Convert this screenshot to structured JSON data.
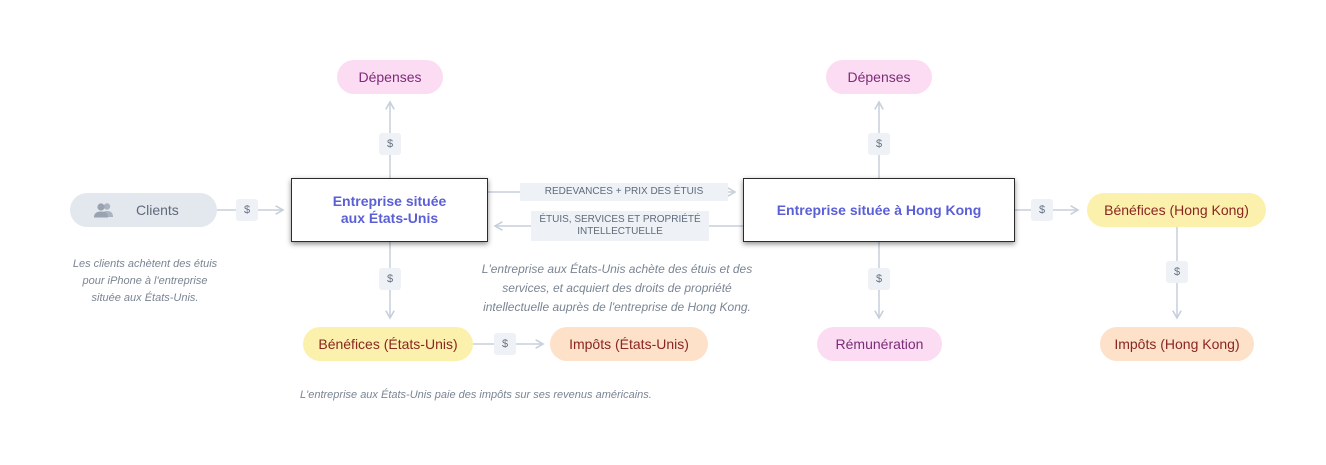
{
  "left": {
    "expenses": "Dépenses",
    "entity_line1": "Entreprise située",
    "entity_line2": "aux États-Unis",
    "profits": "Bénéfices (États-Unis)",
    "taxes": "Impôts (États-Unis)"
  },
  "right": {
    "expenses": "Dépenses",
    "entity": "Entreprise située à Hong Kong",
    "profits": "Bénéfices (Hong Kong)",
    "taxes": "Impôts (Hong Kong)",
    "compensation": "Rémunération"
  },
  "clients": {
    "label": "Clients",
    "note_line1": "Les clients achètent des étuis",
    "note_line2": "pour iPhone à l'entreprise",
    "note_line3": "située aux États-Unis."
  },
  "flows": {
    "dollar": "$",
    "top_label": "REDEVANCES + PRIX DES ÉTUIS",
    "bottom_label_line1": "ÉTUIS, SERVICES ET PROPRIÉTÉ",
    "bottom_label_line2": "INTELLECTUELLE"
  },
  "notes": {
    "middle_line1": "L'entreprise aux États-Unis achète des étuis et des",
    "middle_line2": "services, et acquiert des droits de propriété",
    "middle_line3": "intellectuelle auprès de l'entreprise de Hong Kong.",
    "bottom": "L'entreprise aux États-Unis paie des impôts sur ses revenus américains."
  },
  "colors": {
    "entity_text": "#5a5fd6",
    "connector": "#c7cfdb",
    "expenses_fill": "#fcdcf2",
    "profits_fill": "#fcf0ad",
    "taxes_fill": "#fde1c9",
    "clients_fill": "#e3e7ee"
  },
  "icons": {
    "clients": "users-icon"
  }
}
